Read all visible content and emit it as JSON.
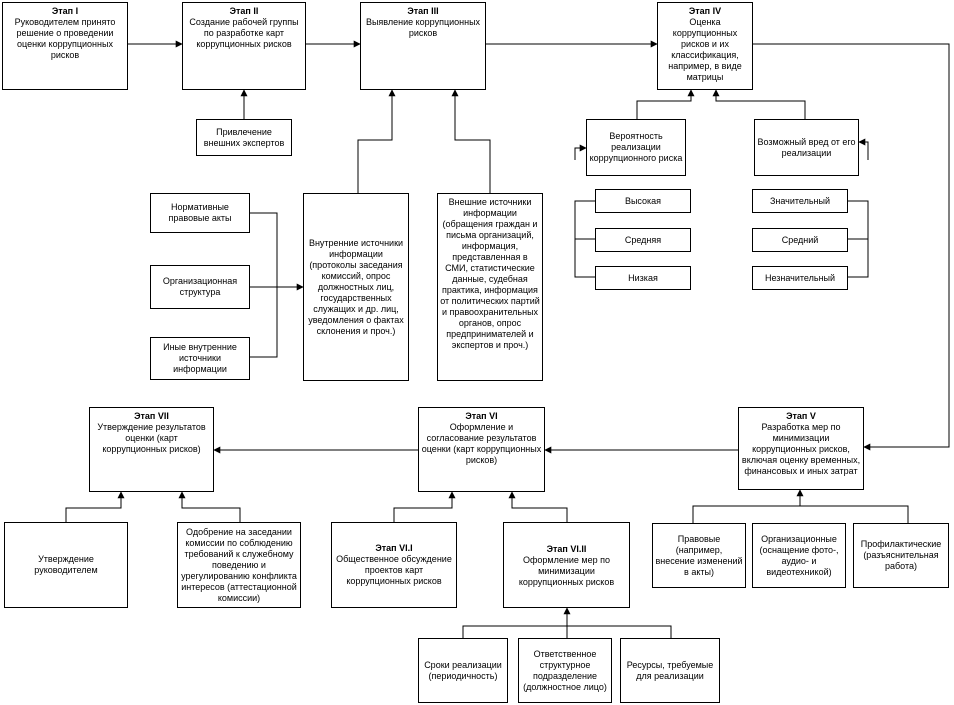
{
  "boxes": [
    {
      "id": "stage1",
      "title": "Этап I",
      "text": "Руководителем принято решение о проведении оценки коррупционных рисков"
    },
    {
      "id": "stage2",
      "title": "Этап II",
      "text": "Создание рабочей группы по разработке карт коррупционных рисков"
    },
    {
      "id": "stage3",
      "title": "Этап III",
      "text": "Выявление коррупционных рисков"
    },
    {
      "id": "stage4",
      "title": "Этап IV",
      "text": "Оценка коррупционных рисков и их классификация, например, в виде матрицы"
    },
    {
      "id": "experts",
      "title": "",
      "text": "Привлечение внешних экспертов"
    },
    {
      "id": "prob",
      "title": "",
      "text": "Вероятность реализации коррупционного риска"
    },
    {
      "id": "harm",
      "title": "",
      "text": "Возможный вред от его реализации"
    },
    {
      "id": "high",
      "title": "",
      "text": "Высокая"
    },
    {
      "id": "medium",
      "title": "",
      "text": "Средняя"
    },
    {
      "id": "low",
      "title": "",
      "text": "Низкая"
    },
    {
      "id": "sig",
      "title": "",
      "text": "Значительный"
    },
    {
      "id": "avg",
      "title": "",
      "text": "Средний"
    },
    {
      "id": "insig",
      "title": "",
      "text": "Незначительный"
    },
    {
      "id": "norm",
      "title": "",
      "text": "Нормативные правовые акты"
    },
    {
      "id": "org",
      "title": "",
      "text": "Организационная структура"
    },
    {
      "id": "other",
      "title": "",
      "text": "Иные внутренние источники информации"
    },
    {
      "id": "internal",
      "title": "",
      "text": "Внутренние источники информации (протоколы заседания комиссий, опрос должностных лиц, государственных служащих и др. лиц, уведомления о фактах склонения и проч.)"
    },
    {
      "id": "external",
      "title": "",
      "text": "Внешние источники информации (обращения граждан и письма организаций, информация, представленная в СМИ, статистические данные, судебная практика, информация от политических партий и правоохранительных органов, опрос предпринимателей и экспертов и проч.)"
    },
    {
      "id": "stage5",
      "title": "Этап V",
      "text": "Разработка мер по минимизации коррупционных рисков, включая оценку временных, финансовых и иных затрат"
    },
    {
      "id": "stage6",
      "title": "Этап VI",
      "text": "Оформление и согласование результатов оценки (карт коррупционных рисков)"
    },
    {
      "id": "stage7",
      "title": "Этап VII",
      "text": "Утверждение результатов оценки (карт коррупционных рисков)"
    },
    {
      "id": "stage61",
      "title": "Этап VI.I",
      "text": "Общественное обсуждение проектов карт коррупционных рисков"
    },
    {
      "id": "stage62",
      "title": "Этап VI.II",
      "text": "Оформление мер по минимизации коррупционных рисков"
    },
    {
      "id": "legal",
      "title": "",
      "text": "Правовые (например, внесение изменений в акты)"
    },
    {
      "id": "orgm",
      "title": "",
      "text": "Организационные (оснащение фото-, аудио- и видеотехникой)"
    },
    {
      "id": "prev",
      "title": "",
      "text": "Профилактические (разъяснительная работа)"
    },
    {
      "id": "approve",
      "title": "",
      "text": "Утверждение руководителем"
    },
    {
      "id": "commission",
      "title": "",
      "text": "Одобрение на заседании комиссии по соблюдению требований к служебному поведению и урегулированию конфликта интересов (аттестационной комиссии)"
    },
    {
      "id": "terms",
      "title": "",
      "text": "Сроки реализации (периодичность)"
    },
    {
      "id": "resp",
      "title": "",
      "text": "Ответственное структурное подразделение (должностное лицо)"
    },
    {
      "id": "res",
      "title": "",
      "text": "Ресурсы, требуемые для реализации"
    }
  ]
}
